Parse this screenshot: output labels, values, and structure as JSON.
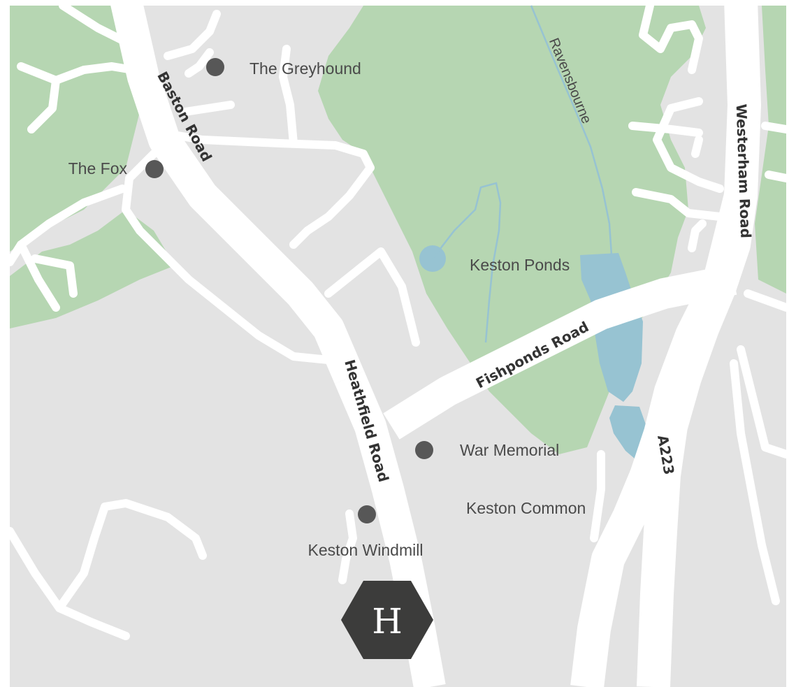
{
  "colors": {
    "land": "#e3e3e3",
    "park": "#b6d6b2",
    "water": "#97c3d2",
    "road": "#ffffff",
    "marker": "#575757",
    "hotel": "#3c3c3b"
  },
  "roads": {
    "baston_road": "Baston Road",
    "heathfield_road": "Heathfield Road",
    "fishponds_road": "Fishponds Road",
    "westerham_road": "Westerham Road",
    "a223": "A223"
  },
  "water": {
    "ravensbourne": "Ravensbourne"
  },
  "places": {
    "keston_ponds": "Keston Ponds",
    "keston_common": "Keston Common"
  },
  "markers": {
    "the_greyhound": "The Greyhound",
    "the_fox": "The Fox",
    "war_memorial": "War Memorial",
    "keston_windmill": "Keston Windmill"
  },
  "hotel_marker": {
    "letter": "H",
    "icon": "hotel-hexagon-icon"
  }
}
